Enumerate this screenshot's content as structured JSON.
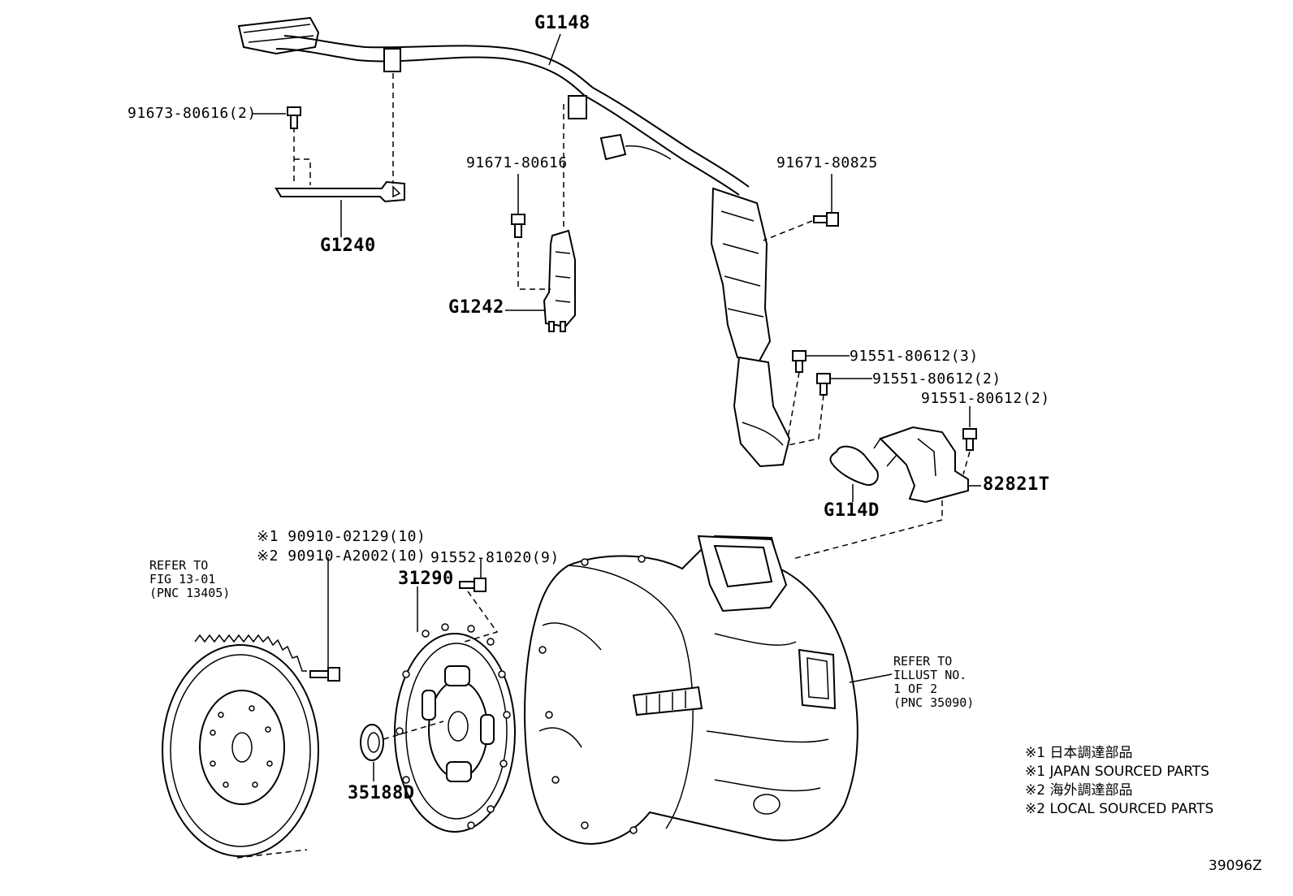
{
  "labels": {
    "g1148": "G1148",
    "p91673": "91673-80616(2)",
    "g1240": "G1240",
    "p91671a": "91671-80616",
    "g1242": "G1242",
    "p91671b": "91671-80825",
    "p91551a": "91551-80612(3)",
    "p91551b": "91551-80612(2)",
    "p91551c": "91551-80612(2)",
    "p82821": "82821T",
    "g114d": "G114D",
    "p90910a": "※1 90910-02129(10)",
    "p90910b": "※2 90910-A2002(10)",
    "p91552": "91552-81020(9)",
    "p31290": "31290",
    "p35188": "35188D"
  },
  "notes": {
    "flywheel": "REFER TO\nFIG 13-01\n(PNC 13405)",
    "transmission": "REFER TO\nILLUST NO.\n1 OF 2\n(PNC 35090)"
  },
  "legend": [
    "※1 日本調達部品",
    "※1 JAPAN SOURCED PARTS",
    "※2 海外調達部品",
    "※2 LOCAL SOURCED PARTS"
  ],
  "illustration_id": "39096Z"
}
